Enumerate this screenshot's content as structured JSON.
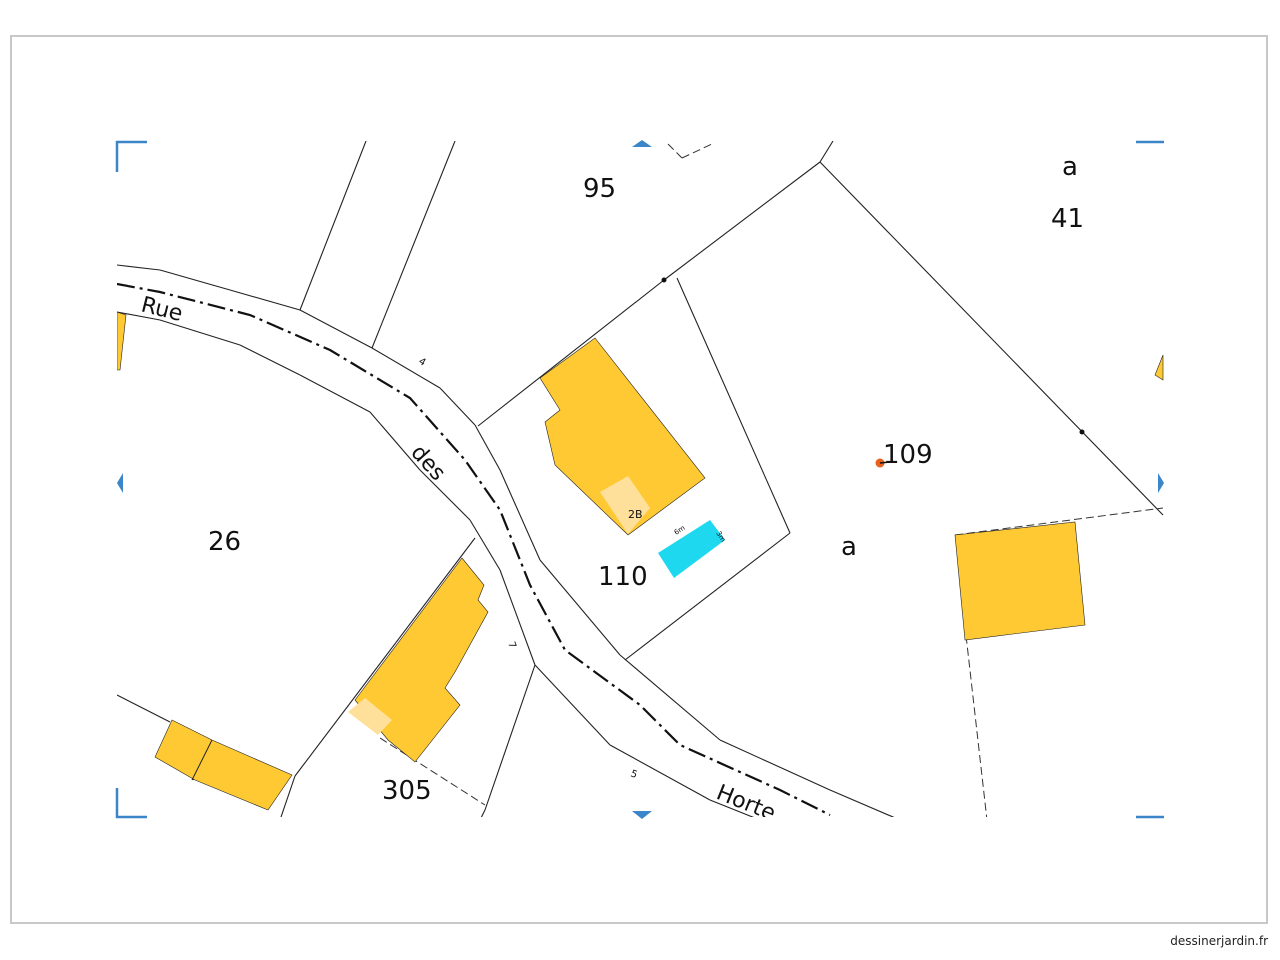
{
  "map": {
    "parcels": {
      "p95": "95",
      "p41": "41",
      "p109": "109",
      "p110": "110",
      "p26": "26",
      "p305": "305",
      "a_top": "a",
      "a_mid": "a"
    },
    "street_words": {
      "w1": "Rue",
      "w2": "des",
      "w3": "Horte"
    },
    "house_numbers": {
      "n4": "4",
      "n7": "7",
      "n5": "5"
    },
    "building_labels": {
      "b2b": "2B",
      "pool1": "6m",
      "pool2": "3m"
    },
    "colors": {
      "building": "#FFC933",
      "building_light": "#FFE09A",
      "pool": "#1ED8F0",
      "marker": "#E8601C",
      "corner": "#3A86C8"
    }
  },
  "footer": {
    "credit": "dessinerjardin.fr"
  }
}
